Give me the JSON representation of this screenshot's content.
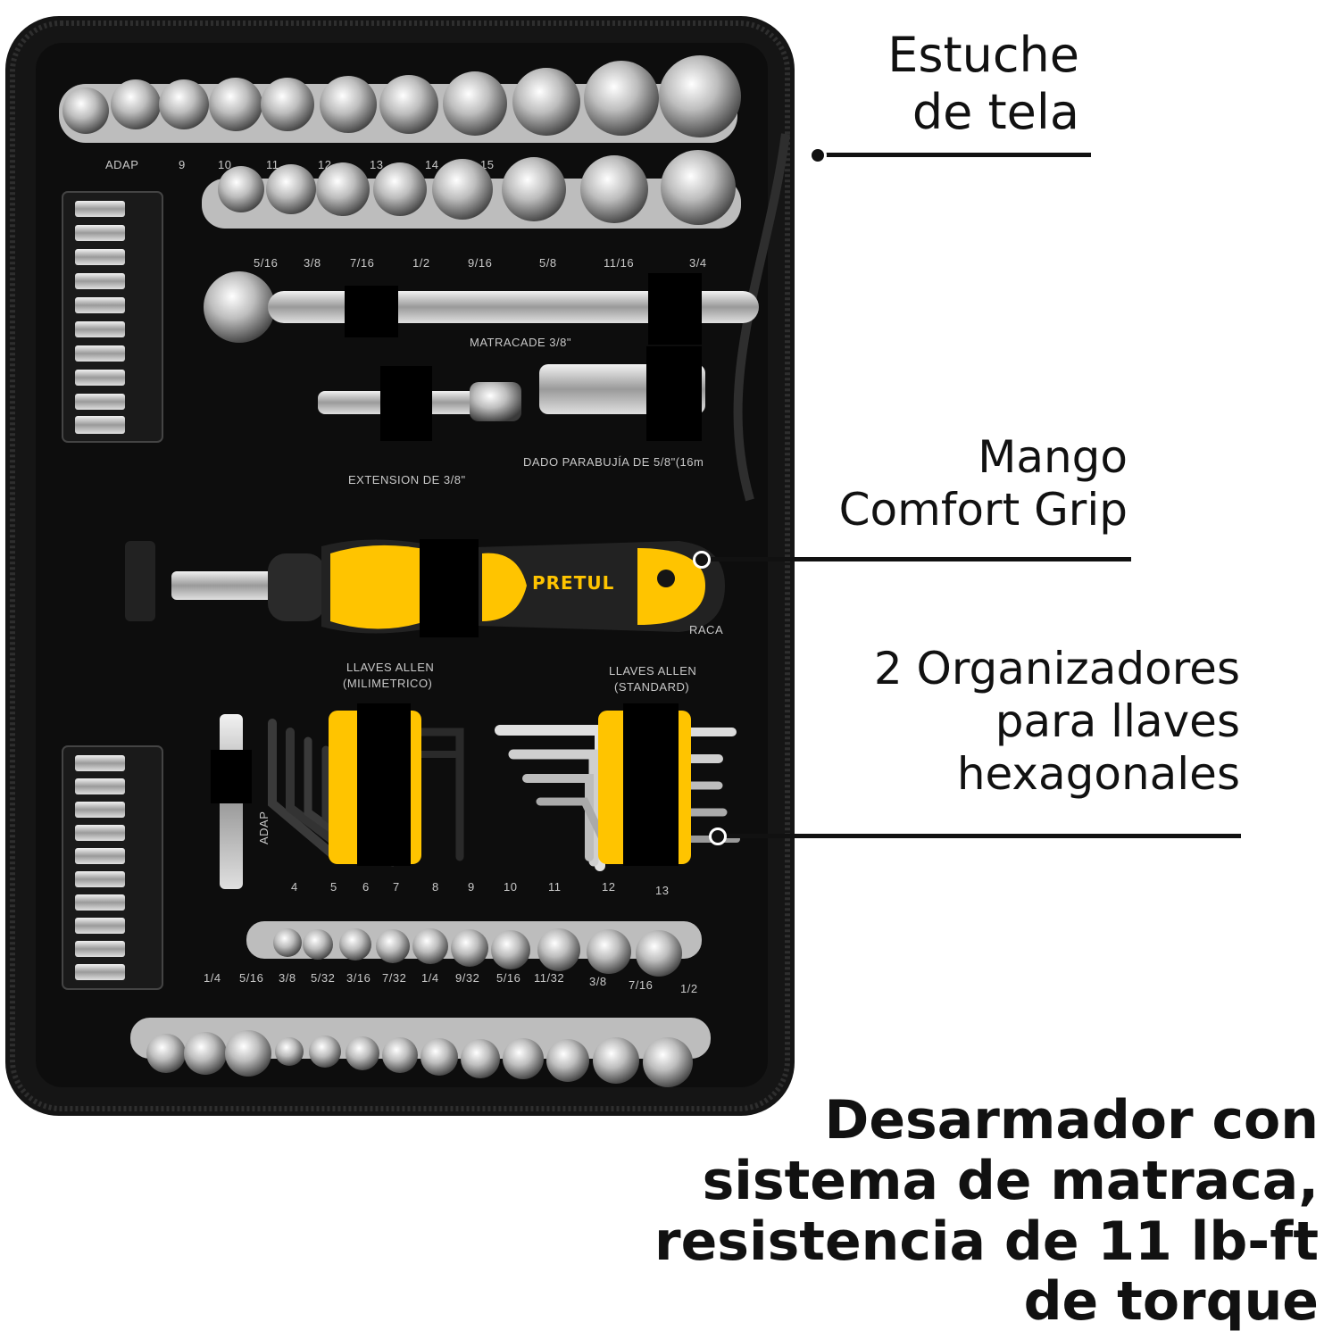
{
  "callouts": {
    "estuche": [
      "Estuche",
      "de tela"
    ],
    "mango": [
      "Mango",
      "Comfort Grip"
    ],
    "organizadores": [
      "2 Organizadores",
      "para llaves",
      "hexagonales"
    ],
    "desarmador": [
      "Desarmador con",
      "sistema de matraca,",
      "resistencia de 11 lb-ft",
      "de torque"
    ]
  },
  "case_labels": {
    "row1": [
      "ADAP",
      "9",
      "10",
      "11",
      "12",
      "13",
      "14",
      "15"
    ],
    "row2": [
      "5/16",
      "3/8",
      "7/16",
      "1/2",
      "9/16",
      "5/8",
      "11/16",
      "3/4"
    ],
    "matraca": "MATRACADE 3/8\"",
    "extension": "EXTENSION DE 3/8\"",
    "dado_bujia": "DADO PARABUJÍA DE 5/8\"(16m",
    "llaves_mm": [
      "LLAVES ALLEN",
      "(MILIMETRICO)"
    ],
    "llaves_std": [
      "LLAVES ALLEN",
      "(STANDARD)"
    ],
    "hex_row": [
      "4",
      "5",
      "6",
      "7",
      "8",
      "9",
      "10",
      "11",
      "12",
      "13"
    ],
    "small_row": [
      "1/4",
      "5/16",
      "3/8",
      "5/32",
      "3/16",
      "7/32",
      "1/4",
      "9/32",
      "5/16",
      "11/32",
      "3/8",
      "7/16",
      "1/2"
    ],
    "adap_small": "ADAP",
    "matraca_tail": "RACA"
  },
  "brand": "PRETUL",
  "colors": {
    "case": "#141414",
    "accent": "#ffc400",
    "steel": "#c8c8c8",
    "text": "#111111"
  }
}
